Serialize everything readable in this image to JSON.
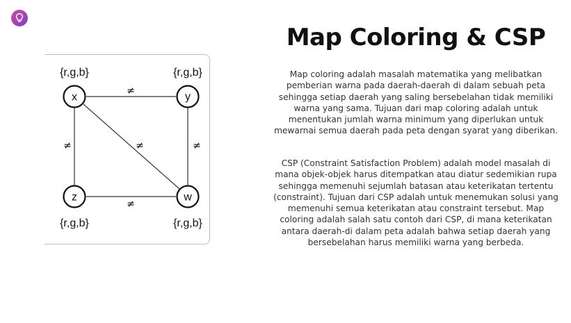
{
  "title": "Map Coloring & CSP",
  "paragraphs": [
    "Map coloring adalah masalah matematika yang melibatkan pemberian warna pada daerah-daerah di dalam sebuah peta sehingga setiap daerah yang saling bersebelahan tidak memiliki warna yang sama. Tujuan dari map coloring adalah untuk menentukan jumlah warna minimum yang diperlukan untuk mewarnai semua daerah pada peta dengan syarat yang diberikan.",
    "CSP (Constraint Satisfaction Problem) adalah model masalah di mana objek-objek harus ditempatkan atau diatur sedemikian rupa sehingga memenuhi sejumlah batasan atau keterikatan tertentu (constraint). Tujuan dari CSP adalah untuk menemukan solusi yang memenuhi semua keterikatan atau constraint tersebut. Map coloring adalah salah satu contoh dari CSP, di mana keterikatan antara daerah-di dalam peta adalah bahwa setiap daerah yang bersebelahan harus memiliki warna yang berbeda."
  ],
  "diagram": {
    "nodes": {
      "x": {
        "label": "x",
        "domain": "{r,g,b}"
      },
      "y": {
        "label": "y",
        "domain": "{r,g,b}"
      },
      "z": {
        "label": "z",
        "domain": "{r,g,b}"
      },
      "w": {
        "label": "w",
        "domain": "{r,g,b}"
      }
    },
    "constraint_symbol": "≠",
    "edges": [
      [
        "x",
        "y"
      ],
      [
        "x",
        "z"
      ],
      [
        "x",
        "w"
      ],
      [
        "y",
        "w"
      ],
      [
        "z",
        "w"
      ]
    ]
  },
  "logo_icon": "lightbulb-icon",
  "colors": {
    "logo_gradient_start": "#d04aa0",
    "logo_gradient_end": "#7b3fc4"
  }
}
